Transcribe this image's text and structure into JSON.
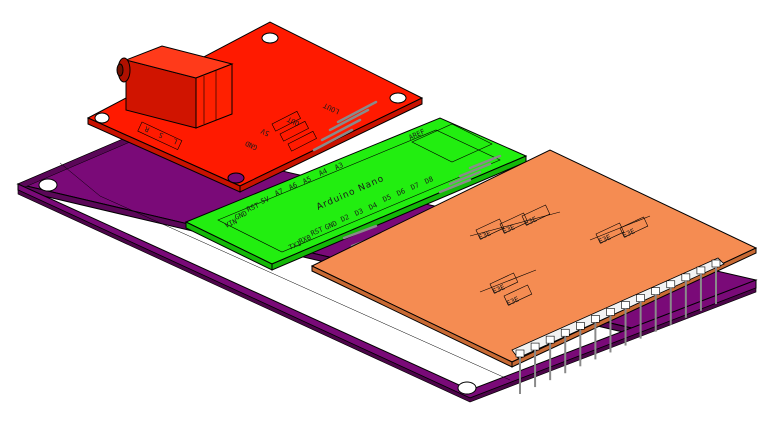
{
  "colors": {
    "base_board": "#7a0a78",
    "audio_board": "#ff1a00",
    "arduino_board": "#22ee10",
    "display_board": "#f58c52",
    "jack": "#ff2000",
    "pin": "#c8c8c8",
    "header": "#f2f2f2",
    "outline": "#000000"
  },
  "arduino_board": {
    "title": "Arduino Nano",
    "left_pins": [
      "VIN",
      "GND",
      "RST",
      "5V",
      "A7",
      "A6",
      "A5",
      "A4",
      "A3"
    ],
    "right_pins": [
      "TX1",
      "RX0",
      "RST",
      "GND",
      "D2",
      "D3",
      "D4",
      "D5",
      "D6",
      "D7",
      "D8"
    ],
    "aref_label": "AREF"
  },
  "audio_board": {
    "pins": [
      "GND",
      "5V",
      "OUT",
      "LOUT"
    ],
    "side_labels": [
      "R",
      "S",
      "L"
    ]
  },
  "display_board": {
    "chip_labels": [
      "E3E",
      "E3E",
      "E3E",
      "E3E",
      "E3E",
      "E3E",
      "E3E"
    ]
  }
}
